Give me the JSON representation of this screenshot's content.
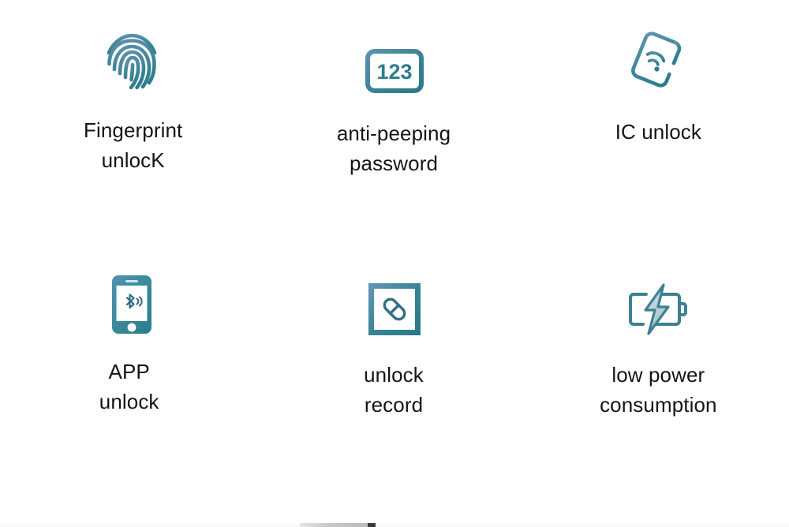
{
  "page": {
    "background_color": "#ffffff",
    "text_color": "#141414",
    "accent_color_light": "#5b8fae",
    "accent_color_dark": "#2f7f8c"
  },
  "features": [
    {
      "id": "fingerprint-unlock",
      "icon": "fingerprint-icon",
      "label": "Fingerprint\nunlocK",
      "label_line1": "Fingerprint",
      "label_line2": "unlocK"
    },
    {
      "id": "anti-peeping-password",
      "icon": "numeric-keypad-123-icon",
      "icon_text": "123",
      "label": "anti-peeping\npassword",
      "label_line1": "anti-peeping",
      "label_line2": "password"
    },
    {
      "id": "ic-unlock",
      "icon": "ic-card-nfc-icon",
      "label": "IC unlock",
      "label_line1": "IC unlock",
      "label_line2": ""
    },
    {
      "id": "app-unlock",
      "icon": "smartphone-bluetooth-icon",
      "label": "APP\nunlock",
      "label_line1": "APP",
      "label_line2": "unlock"
    },
    {
      "id": "unlock-record",
      "icon": "chain-link-square-icon",
      "label": "unlock\nrecord",
      "label_line1": "unlock",
      "label_line2": "record"
    },
    {
      "id": "low-power-consumption",
      "icon": "battery-bolt-icon",
      "label": "low power\nconsumption",
      "label_line1": "low power",
      "label_line2": "consumption"
    }
  ]
}
